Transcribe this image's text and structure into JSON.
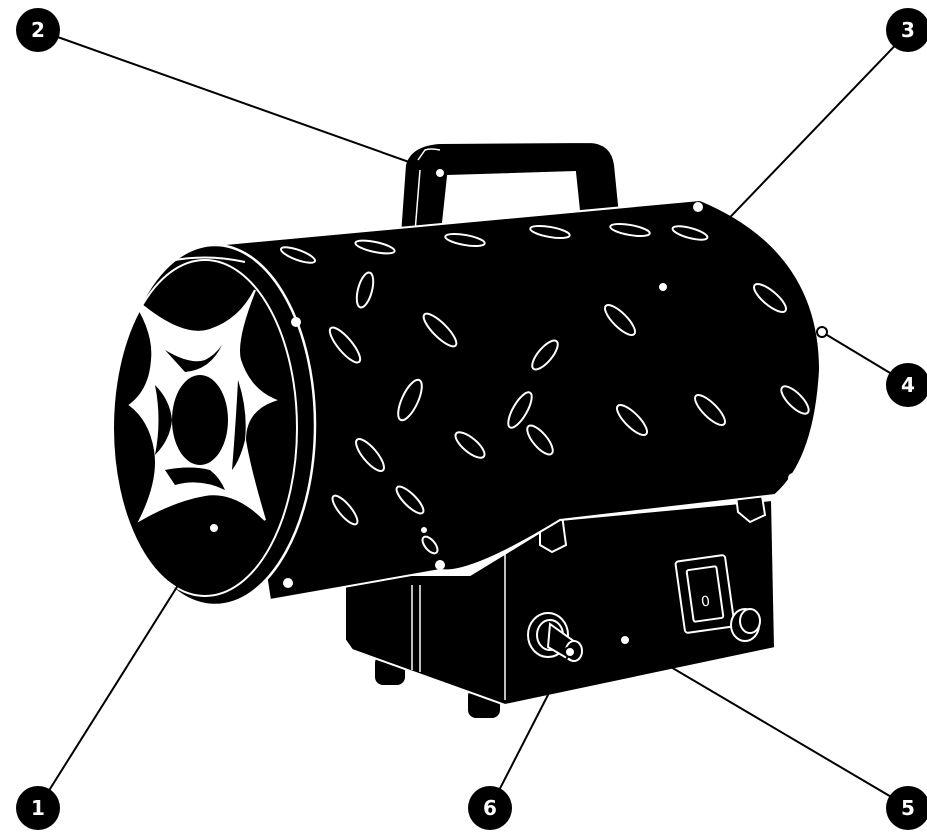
{
  "colors": {
    "body": "#000000",
    "outline": "#ffffff",
    "callout_fill": "#000000",
    "callout_text": "#ffffff",
    "leader": "#000000"
  },
  "callouts": [
    {
      "id": "1",
      "label": "1"
    },
    {
      "id": "2",
      "label": "2"
    },
    {
      "id": "3",
      "label": "3"
    },
    {
      "id": "4",
      "label": "4"
    },
    {
      "id": "5",
      "label": "5"
    },
    {
      "id": "6",
      "label": "6"
    }
  ],
  "switch_mark": "0"
}
